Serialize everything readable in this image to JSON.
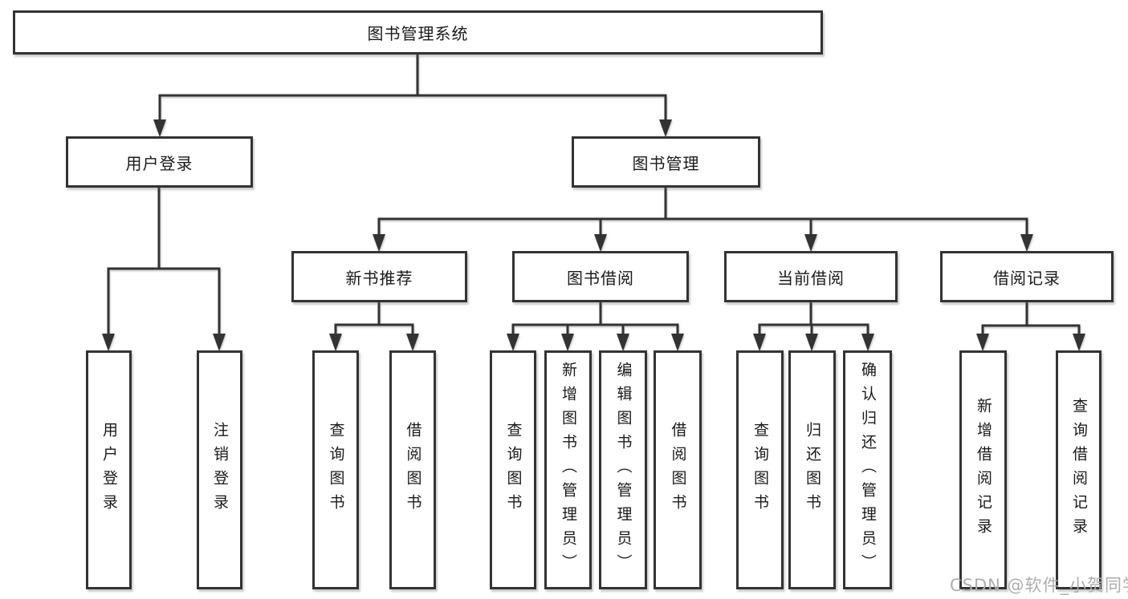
{
  "diagram": {
    "root": {
      "label": "图书管理系统"
    },
    "branches": [
      {
        "label": "用户登录",
        "children": [
          {
            "label": "用户登录"
          },
          {
            "label": "注销登录"
          }
        ]
      },
      {
        "label": "图书管理",
        "children": [
          {
            "label": "新书推荐",
            "children": [
              {
                "label": "查询图书"
              },
              {
                "label": "借阅图书"
              }
            ]
          },
          {
            "label": "图书借阅",
            "children": [
              {
                "label": "查询图书"
              },
              {
                "label": "新增图书（管理员）"
              },
              {
                "label": "编辑图书（管理员）"
              },
              {
                "label": "借阅图书"
              }
            ]
          },
          {
            "label": "当前借阅",
            "children": [
              {
                "label": "查询图书"
              },
              {
                "label": "归还图书"
              },
              {
                "label": "确认归还（管理员）"
              }
            ]
          },
          {
            "label": "借阅记录",
            "children": [
              {
                "label": "新增借阅记录"
              },
              {
                "label": "查询借阅记录"
              }
            ]
          }
        ]
      }
    ]
  },
  "watermark": {
    "text": "CSDN @软件_小贺同学"
  },
  "colors": {
    "line": "#333333",
    "box_border": "#333333",
    "box_fill": "#ffffff",
    "text": "#1a1a1a",
    "watermark": "#aeaeae"
  }
}
